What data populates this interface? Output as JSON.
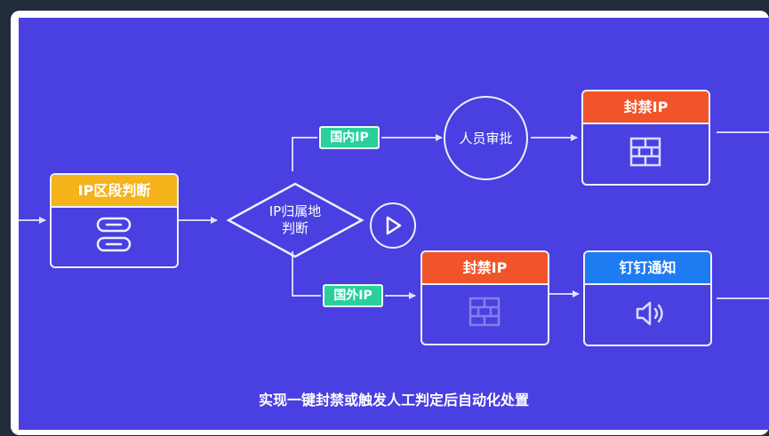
{
  "nodes": {
    "ip_segment": {
      "label": "IP区段判断"
    },
    "ip_location": {
      "line1": "IP归属地",
      "line2": "判断"
    },
    "domestic_tag": {
      "label": "国内IP"
    },
    "foreign_tag": {
      "label": "国外IP"
    },
    "approval": {
      "label": "人员审批"
    },
    "ban_top": {
      "label": "封禁IP"
    },
    "ban_bottom": {
      "label": "封禁IP"
    },
    "dingtalk": {
      "label": "钉钉通知"
    }
  },
  "caption": "实现一键封禁或触发人工判定后自动化处置",
  "icons": {
    "segment": "toggle-pill-icon",
    "ban": "firewall-brick-icon",
    "notify": "speaker-icon",
    "media": "play-icon"
  },
  "colors": {
    "background": "#4a3fe0",
    "segment_header": "#f5b31c",
    "ban_header": "#f2542a",
    "notify_header": "#1e7cf2",
    "tag": "#29cf9c"
  }
}
